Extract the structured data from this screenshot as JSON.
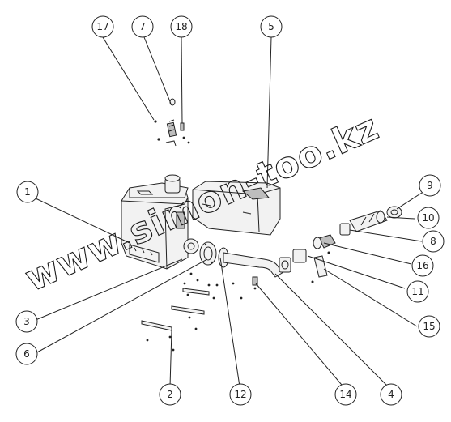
{
  "diagram": {
    "callouts": [
      {
        "id": "17",
        "label": "17"
      },
      {
        "id": "7",
        "label": "7"
      },
      {
        "id": "18",
        "label": "18"
      },
      {
        "id": "5",
        "label": "5"
      },
      {
        "id": "1",
        "label": "1"
      },
      {
        "id": "9",
        "label": "9"
      },
      {
        "id": "10",
        "label": "10"
      },
      {
        "id": "8",
        "label": "8"
      },
      {
        "id": "16",
        "label": "16"
      },
      {
        "id": "11",
        "label": "11"
      },
      {
        "id": "15",
        "label": "15"
      },
      {
        "id": "3",
        "label": "3"
      },
      {
        "id": "6",
        "label": "6"
      },
      {
        "id": "2",
        "label": "2"
      },
      {
        "id": "12",
        "label": "12"
      },
      {
        "id": "14",
        "label": "14"
      },
      {
        "id": "4",
        "label": "4"
      }
    ],
    "watermark": "www.simon-too.kz"
  }
}
